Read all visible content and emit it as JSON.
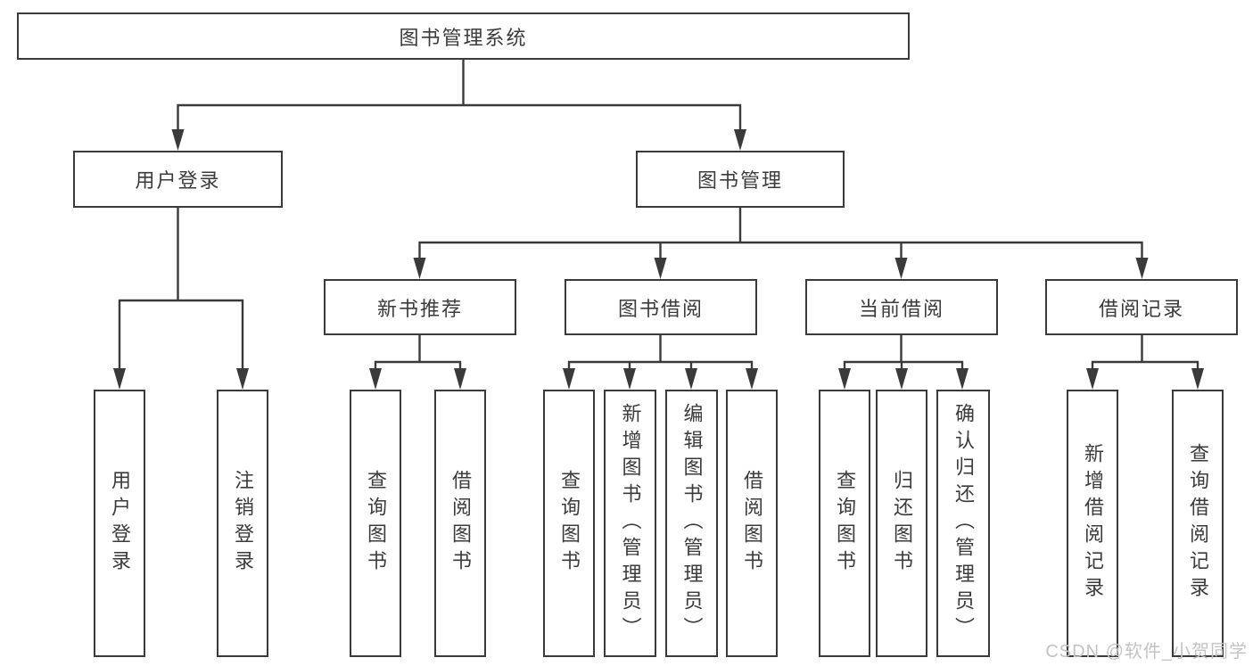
{
  "page": {
    "background_color": "#ffffff",
    "line_color": "#3a3a3a",
    "text_color": "#3b3b3b",
    "watermark_color": "#c3c3c3"
  },
  "tree": {
    "root": {
      "label": "图书管理系统"
    },
    "branches": [
      {
        "label": "用户登录",
        "children": [
          {
            "label": "用户登录"
          },
          {
            "label": "注销登录"
          }
        ]
      },
      {
        "label": "图书管理",
        "sections": [
          {
            "label": "新书推荐",
            "children": [
              {
                "label": "查询图书"
              },
              {
                "label": "借阅图书"
              }
            ]
          },
          {
            "label": "图书借阅",
            "children": [
              {
                "label": "查询图书"
              },
              {
                "label": "新增图书（管理员）"
              },
              {
                "label": "编辑图书（管理员）"
              },
              {
                "label": "借阅图书"
              }
            ]
          },
          {
            "label": "当前借阅",
            "children": [
              {
                "label": "查询图书"
              },
              {
                "label": "归还图书"
              },
              {
                "label": "确认归还（管理员）"
              }
            ]
          },
          {
            "label": "借阅记录",
            "children": [
              {
                "label": "新增借阅记录"
              },
              {
                "label": "查询借阅记录"
              }
            ]
          }
        ]
      }
    ]
  },
  "watermark": "CSDN @软件_小贺同学"
}
